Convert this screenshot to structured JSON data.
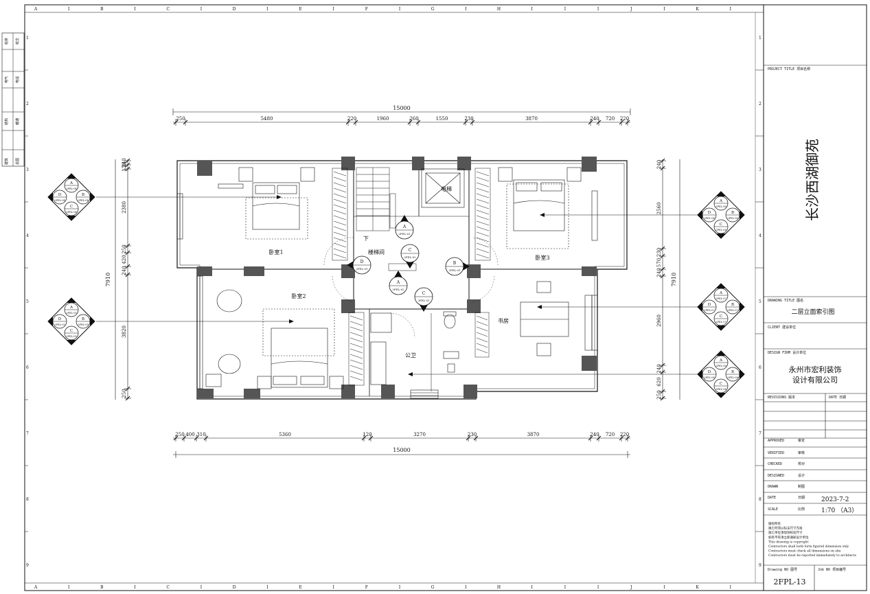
{
  "grid": {
    "columns": [
      "A",
      "I",
      "B",
      "I",
      "C",
      "I",
      "D",
      "I",
      "E",
      "I",
      "F",
      "I",
      "G",
      "I",
      "H",
      "I",
      "I",
      "I",
      "J",
      "I",
      "K",
      "I"
    ],
    "rows": [
      "1",
      "2",
      "3",
      "4",
      "5",
      "6",
      "7",
      "8",
      "9"
    ]
  },
  "left_strip": [
    "给排",
    "校文",
    "电气",
    "电话",
    "结构",
    "暖通",
    "建筑",
    "总图"
  ],
  "dimensions": {
    "top_total": "15000",
    "top_parts": [
      "250",
      "5480",
      "220",
      "1960",
      "260",
      "1550",
      "230",
      "3870",
      "240",
      "720",
      "220"
    ],
    "bottom_total": "15000",
    "bottom_parts": [
      "250",
      "400",
      "310",
      "5360",
      "120",
      "3270",
      "230",
      "3870",
      "240",
      "720",
      "220"
    ],
    "left_total": "7910",
    "left_parts": [
      "240",
      "130",
      "2380",
      "250",
      "420",
      "240",
      "3820",
      "250"
    ],
    "right_total": "7910",
    "right_parts": [
      "240",
      "2560",
      "230",
      "570",
      "240",
      "2960",
      "240",
      "620",
      "250"
    ]
  },
  "rooms": {
    "bedroom1": "卧室1",
    "bedroom2": "卧室2",
    "bedroom3": "卧室3",
    "stair": "楼梯间",
    "stair_down": "下",
    "elevator": "电梯",
    "study": "书房",
    "bathroom": "公卫"
  },
  "symbols": {
    "s1": [
      "A",
      "2FEL-04",
      "B",
      "2FEL-04",
      "C",
      "2FEL-04",
      "D",
      "2FEL-04"
    ],
    "s2": [
      "A",
      "2FEL-05",
      "B",
      "2FEL-05",
      "C",
      "2FEL-05",
      "D",
      "2FEL-05"
    ],
    "s3": [
      "A",
      "2FEL-06",
      "B",
      "2FEL-06",
      "C",
      "2FEL-06",
      "D",
      "2FEL-06"
    ],
    "s4": [
      "A",
      "2FEL-07",
      "B",
      "2FEL-07",
      "C",
      "2FEL-07",
      "D",
      "2FEL-07"
    ],
    "s5": [
      "A",
      "2FEL-08",
      "B",
      "2FEL-08",
      "C",
      "2FEL-08",
      "D",
      "2FEL-08"
    ]
  },
  "stair_markers": [
    {
      "letter": "A",
      "code": "2FEL-01"
    },
    {
      "letter": "C",
      "code": "2FEL-02"
    },
    {
      "letter": "D",
      "code": "2FEL-01"
    },
    {
      "letter": "B",
      "code": "2FEL-01"
    },
    {
      "letter": "A",
      "code": "2FEL-02"
    },
    {
      "letter": "C",
      "code": "2FEL-01"
    }
  ],
  "title_block": {
    "project_title_label": "PROJECT TITLE  项目名称",
    "project_name": "长沙西湖御苑",
    "drawing_title_label": "DRAWING TITLE  图名",
    "drawing_title": "二层立面索引图",
    "client_label": "CLIENT  建设单位",
    "design_firm_label": "DESIGN FIRM  设计单位",
    "firm_line1": "永州市宏利装饰",
    "firm_line2": "设计有限公司",
    "revisions_label": "REVISIONS  版本",
    "date_col_label": "DATE  日期",
    "approved_label": "APPROVED",
    "approved_cn": "审定",
    "verified_label": "VERIFIED",
    "verified_cn": "审核",
    "checked_label": "CHECKED",
    "checked_cn": "校对",
    "designed_label": "DESIGNED",
    "designed_cn": "设计",
    "drawn_label": "DRAWN",
    "drawn_cn": "制图",
    "date_label": "DATE",
    "date_cn": "日期",
    "date_value": "2023-7-2",
    "scale_label": "SCALE",
    "scale_cn": "比例",
    "scale_value": "1:70 （A3）",
    "notes": [
      "版权所有",
      "施工时须以标注尺寸为准",
      "施工单位须现场校验尺寸",
      "如有不符须立即通知设计单位",
      "This drawing is copyright",
      "Contractors shall both form figured dimension only",
      "Contractors must check all dimensions on site",
      "Contractors must be reported immediately to architects"
    ],
    "drawing_no_label": "Drawing NO  图号",
    "drawing_no": "2FPL-13",
    "job_no_label": "Job NO  项目编号"
  }
}
